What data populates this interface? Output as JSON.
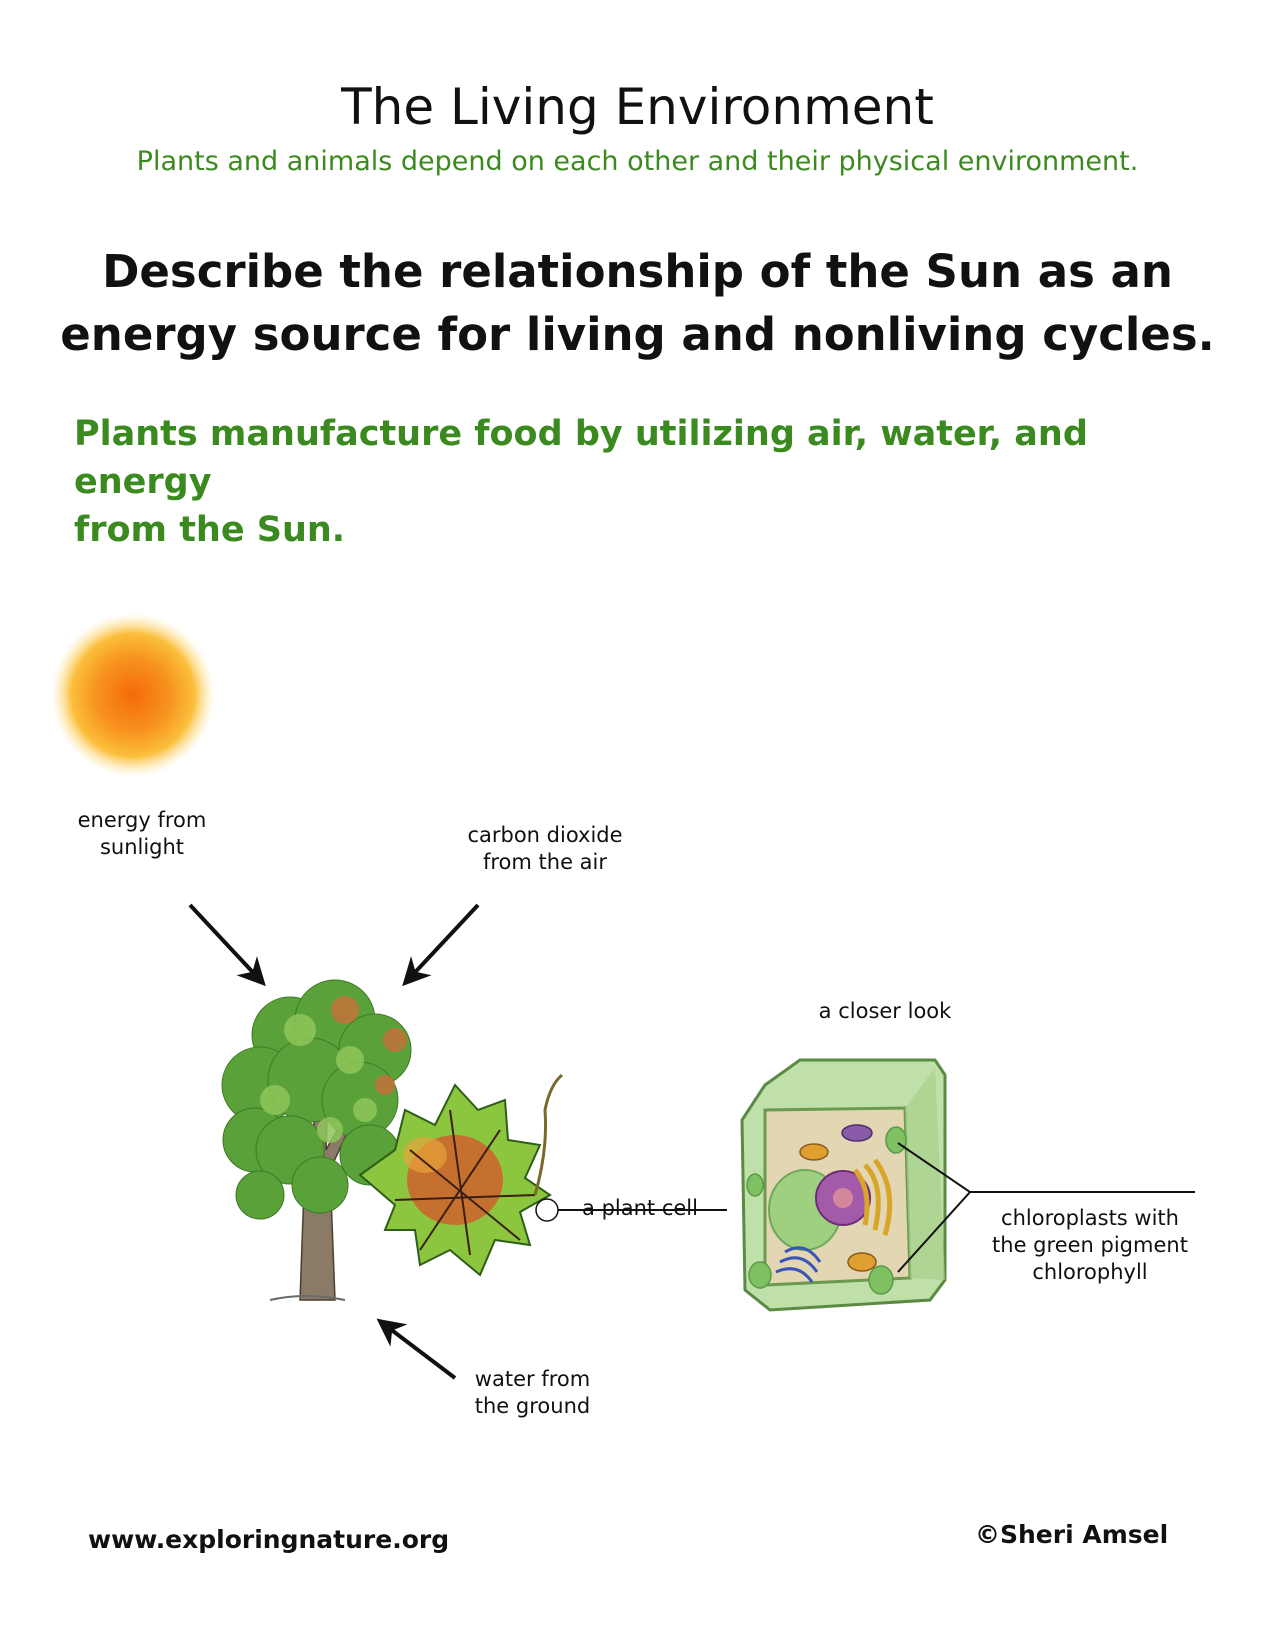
{
  "header": {
    "title": "The Living Environment",
    "subtitle": "Plants and animals depend on each other and their physical environment."
  },
  "question": {
    "line1": "Describe the relationship of the Sun as an",
    "line2": "energy source for living and nonliving cycles."
  },
  "fact": {
    "line1": "Plants manufacture food by utilizing air, water, and energy",
    "line2": "from the Sun."
  },
  "labels": {
    "sunlight": [
      "energy from",
      "sunlight"
    ],
    "carbon_dioxide": [
      "carbon dioxide",
      "from the air"
    ],
    "water": [
      "water from",
      "the ground"
    ],
    "closer_look": "a closer look",
    "plant_cell": "a plant cell",
    "chloroplasts": [
      "chloroplasts with",
      "the green pigment",
      "chlorophyll"
    ]
  },
  "footer": {
    "website": "www.exploringnature.org",
    "copyright": "©Sheri Amsel"
  },
  "colors": {
    "accent_green": "#3b8a1f",
    "sun_core": "#f57a10",
    "cell_wall": "#bfe0a8"
  }
}
